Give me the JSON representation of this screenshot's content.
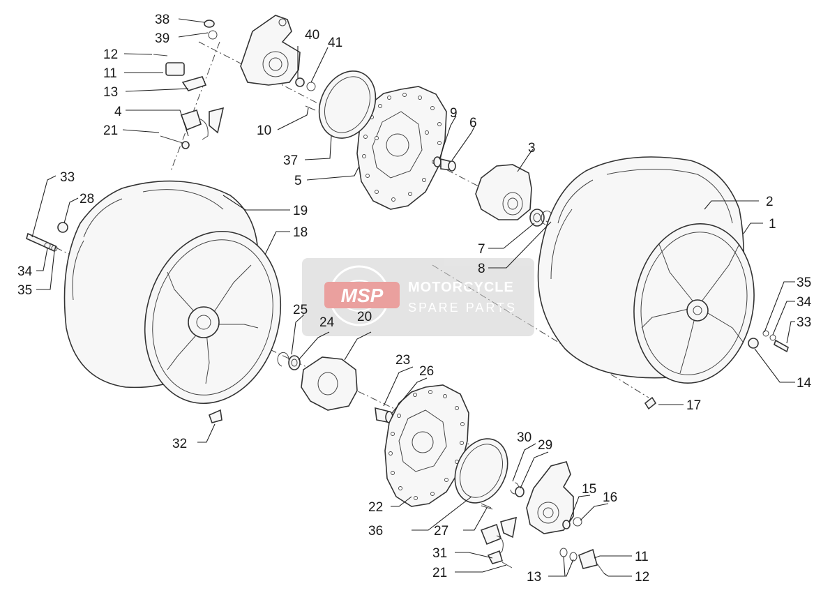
{
  "callouts": [
    "38",
    "39",
    "40",
    "41",
    "12",
    "11",
    "13",
    "4",
    "21",
    "10",
    "37",
    "5",
    "9",
    "6",
    "3",
    "33",
    "28",
    "19",
    "18",
    "34",
    "35",
    "2",
    "1",
    "7",
    "8",
    "35",
    "34",
    "33",
    "14",
    "17",
    "25",
    "24",
    "20",
    "23",
    "26",
    "32",
    "22",
    "36",
    "30",
    "29",
    "15",
    "16",
    "27",
    "31",
    "21",
    "13",
    "11",
    "12"
  ],
  "watermark": {
    "logo": "MSP",
    "line1": "MOTORCYCLE",
    "line2": "SPARE PARTS",
    "color": "#d9534f"
  }
}
